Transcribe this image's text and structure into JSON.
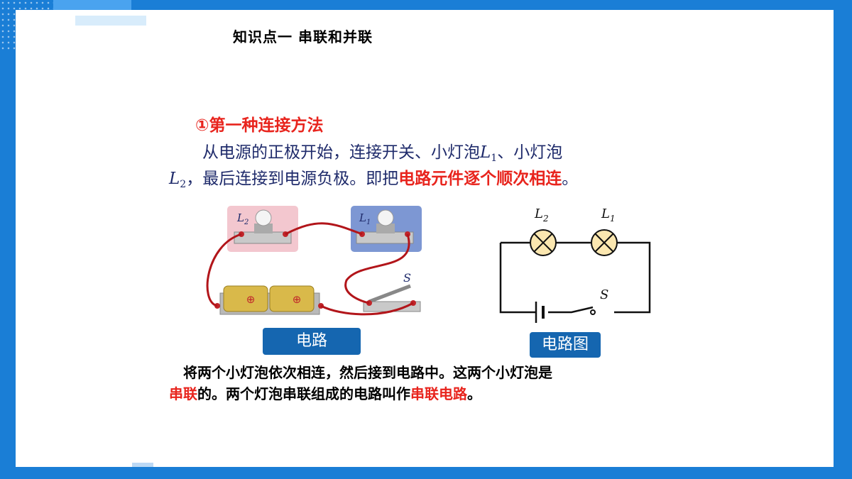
{
  "title": "知识点一  串联和并联",
  "method_heading": "①第一种连接方法",
  "paragraph": {
    "line1": "从电源的正极开始，连接开关、小灯泡",
    "l1_symbol": "L",
    "l1_sub": "1",
    "line1_tail": "、小灯泡",
    "l2_symbol": "L",
    "l2_sub": "2",
    "line2_plain": "，最后连接到电源负极。即把",
    "line2_red": "电路元件逐个顺次相连",
    "line2_end": "。"
  },
  "photo_labels": {
    "l2": "L",
    "l2_sub": "2",
    "l1": "L",
    "l1_sub": "1",
    "switch": "S",
    "plus": "⊕"
  },
  "diagram_labels": {
    "l2": "L",
    "l2_sub": "2",
    "l1": "L",
    "l1_sub": "1",
    "switch": "S"
  },
  "buttons": {
    "circuit": "电路",
    "circuit_diagram": "电路图"
  },
  "bottom": {
    "line1": "将两个小灯泡依次相连，然后接到电路中。这两个小灯泡是",
    "line2_red1": "串联",
    "line2_mid": "的。两个灯泡串联组成的电路叫作",
    "line2_red2": "串联电路",
    "line2_end": "。"
  },
  "colors": {
    "frame": "#1a7ed6",
    "accent_red": "#e8241d",
    "button": "#1566b0",
    "text_blue": "#1f2b6b"
  }
}
